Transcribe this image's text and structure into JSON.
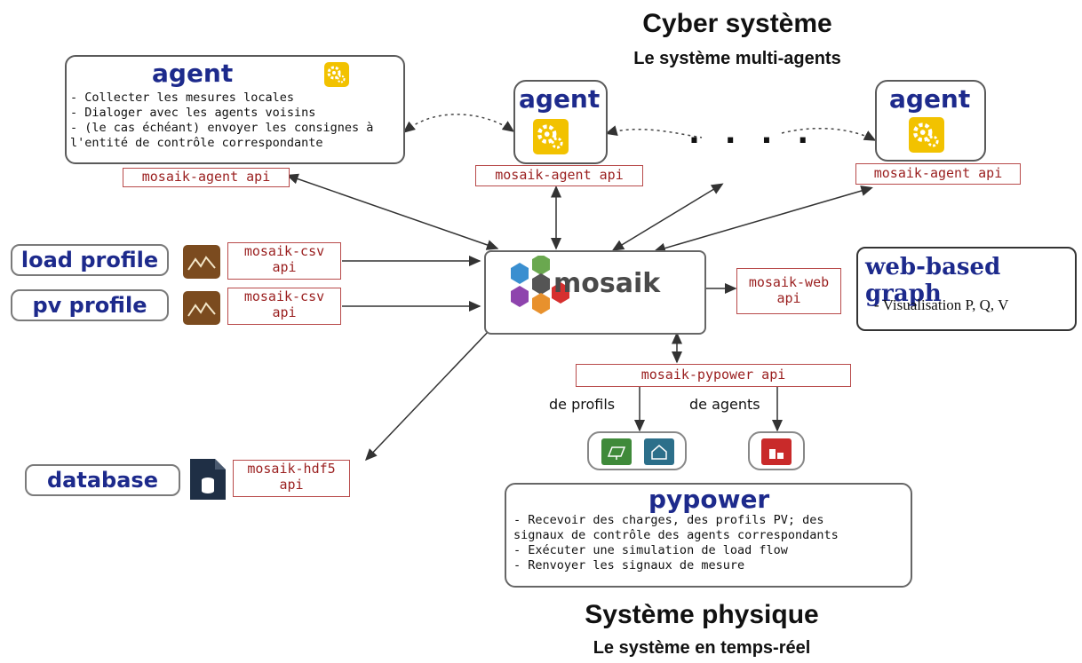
{
  "header": {
    "cyber_title": "Cyber système",
    "cyber_subtitle": "Le système multi-agents"
  },
  "footer": {
    "physical_title": "Système physique",
    "physical_subtitle": "Le système en temps-réel"
  },
  "agent_main": {
    "title": "agent",
    "duties": [
      "- Collecter les mesures locales",
      "- Dialoger avec les agents voisins",
      "- (le cas échéant) envoyer les consignes à",
      "l'entité de contrôle correspondante"
    ],
    "api": "mosaik-agent api"
  },
  "agent_mid": {
    "title": "agent",
    "api": "mosaik-agent api"
  },
  "agent_right": {
    "title": "agent",
    "api": "mosaik-agent api"
  },
  "ellipsis": ". . . .",
  "mosaik": {
    "label": "mosaik"
  },
  "inputs": {
    "load_profile": {
      "label": "load profile",
      "api": [
        "mosaik-csv",
        "api"
      ]
    },
    "pv_profile": {
      "label": "pv profile",
      "api": [
        "mosaik-csv",
        "api"
      ]
    },
    "database": {
      "label": "database",
      "api": [
        "mosaik-hdf5",
        "api"
      ]
    }
  },
  "web": {
    "api": [
      "mosaik-web",
      "api"
    ],
    "title": "web-based graph",
    "detail": "- Visualisation  P, Q, V"
  },
  "pypower": {
    "api": "mosaik-pypower api",
    "branch_left": "de profils",
    "branch_right": "de agents",
    "title": "pypower",
    "duties": [
      "- Recevoir des charges, des profils PV; des",
      "signaux de contrôle des agents correspondants",
      "- Exécuter une simulation de load flow",
      "- Renvoyer les signaux de mesure"
    ]
  },
  "colors": {
    "agent_title": "#1d2a8c",
    "api_border": "#b84a4a",
    "api_text": "#9a1f1f",
    "gear_bg": "#f2c200",
    "profile_icon": "#7b4b1f",
    "db_icon": "#1f2f45",
    "pv_icon": "#3f8a3a",
    "house_icon": "#2c6f8a",
    "red_icon": "#c92a2a"
  }
}
